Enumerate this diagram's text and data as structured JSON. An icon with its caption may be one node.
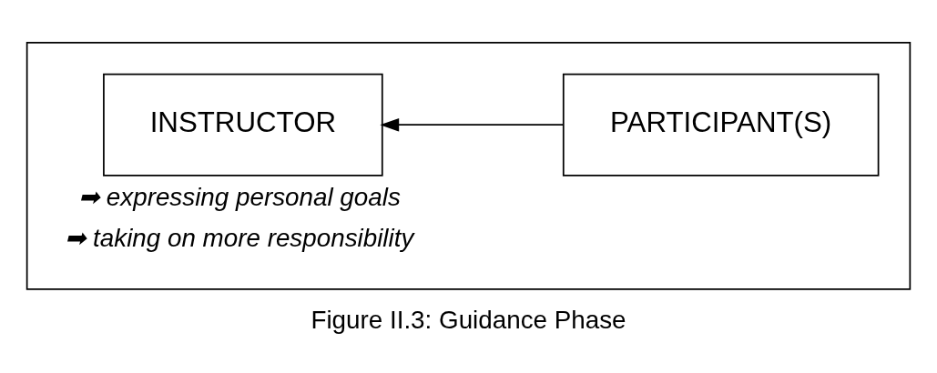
{
  "diagram": {
    "caption": "Figure II.3: Guidance Phase",
    "nodes": [
      {
        "text": [],
        "shape": "box"
      },
      {
        "text": [
          "INSTRUCTOR"
        ],
        "in": 0
      },
      {
        "text": [
          "PARTICIPANT(S)"
        ],
        "in": 0
      }
    ],
    "edges": [
      {
        "from": 2,
        "to": 1,
        "arrow": "to"
      }
    ],
    "labels": [
      "➡ expressing personal goals",
      "➡ taking on more responsibility"
    ]
  }
}
